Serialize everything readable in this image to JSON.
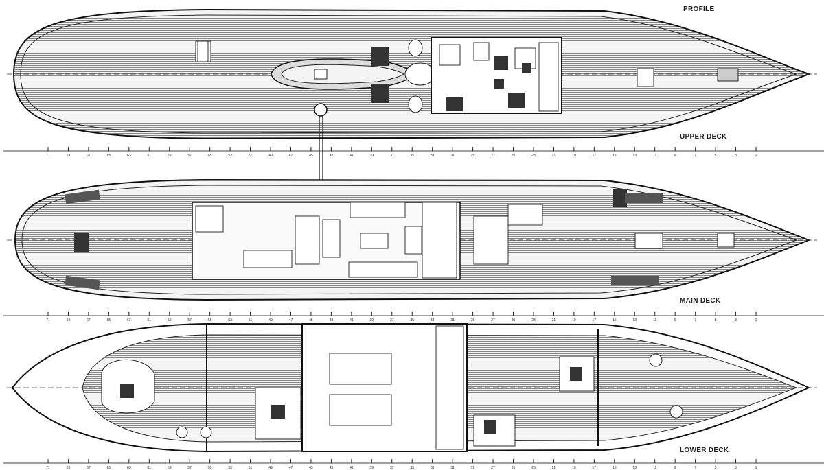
{
  "labels": {
    "profile": "PROFILE",
    "upper_deck": "UPPER DECK",
    "main_deck": "MAIN DECK",
    "lower_deck": "LOWER DECK"
  },
  "scale_ticks": [
    "71",
    "69",
    "67",
    "65",
    "63",
    "61",
    "59",
    "57",
    "55",
    "53",
    "51",
    "49",
    "47",
    "45",
    "43",
    "41",
    "39",
    "37",
    "35",
    "33",
    "31",
    "29",
    "27",
    "25",
    "23",
    "21",
    "19",
    "17",
    "15",
    "13",
    "11",
    "9",
    "7",
    "5",
    "3",
    "1"
  ],
  "colors": {
    "ink": "#1a1a1a",
    "deck": "#8a8a8a"
  }
}
